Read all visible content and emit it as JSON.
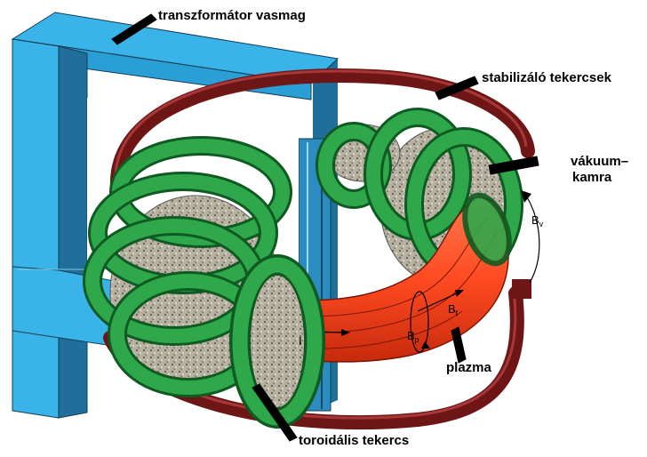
{
  "labels": {
    "core": "transzformátor vasmag",
    "stab": "stabilizáló tekercsek",
    "vac1": "vákuum–",
    "vac2": "kamra",
    "plasma": "plazma",
    "toroid": "toroidális tekercs"
  },
  "symbols": {
    "bv": "B",
    "bv_sub": "v",
    "bt": "B",
    "bt_sub": "t",
    "bp": "B",
    "bp_sub": "p",
    "current": "I"
  },
  "colors": {
    "iron_core": "#3ab4e8",
    "iron_dark": "#1f6f9a",
    "toroidal_coil": "#2ea84a",
    "coil_dark": "#0f5a22",
    "stabilizing_coil": "#6e1616",
    "plasma": "#ff4a22",
    "vacuum_chamber": "#b8b2a2"
  }
}
